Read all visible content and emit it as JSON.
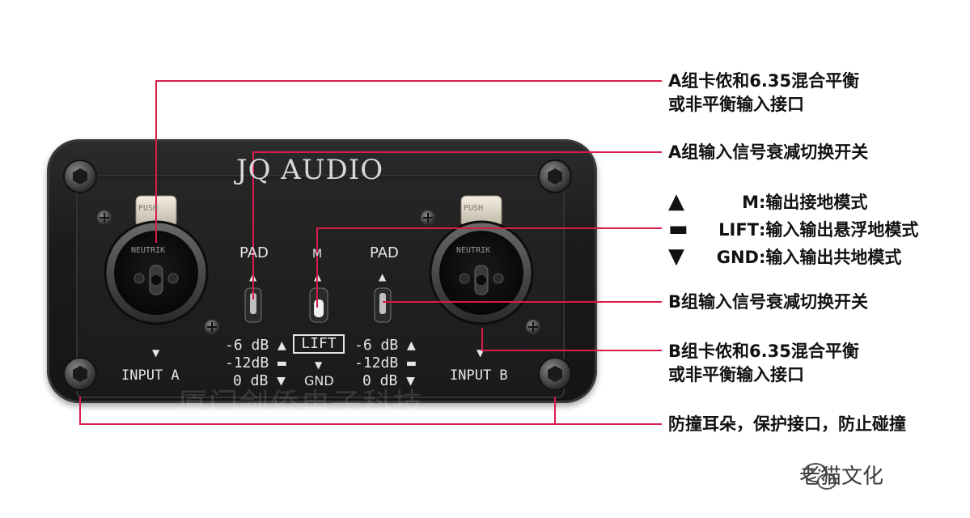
{
  "device": {
    "brand": "JQ AUDIO",
    "labels": {
      "pad_left": "PAD",
      "mode": "M",
      "pad_right": "PAD",
      "push": "PUSH",
      "neutrik": "NEUTRIK",
      "input_a": "INPUT A",
      "input_b": "INPUT B",
      "lift": "LIFT",
      "gnd": "GND"
    },
    "pad_left_levels": [
      "-6 dB ▲",
      "-12dB ▬",
      "0 dB ▼"
    ],
    "pad_right_levels": [
      "-6 dB ▲",
      "-12dB ▬",
      "0 dB ▼"
    ],
    "watermark": "厦门剑侨电子科技"
  },
  "annotations": {
    "input_a": [
      "A组卡侬和6.35混合平衡",
      "或非平衡输入接口"
    ],
    "pad_a": "A组输入信号衰减切换开关",
    "ground_modes": [
      {
        "symbol": "▲",
        "name": "M",
        "desc": ":输出接地模式"
      },
      {
        "symbol": "▬",
        "name": "LIFT",
        "desc": ":输入输出悬浮地模式"
      },
      {
        "symbol": "▼",
        "name": "GND",
        "desc": ":输入输出共地模式"
      }
    ],
    "pad_b": "B组输入信号衰减切换开关",
    "input_b": [
      "B组卡侬和6.35混合平衡",
      "或非平衡输入接口"
    ],
    "bumpers": "防撞耳朵，保护接口，防止碰撞"
  },
  "credit": {
    "icon": "wechat-icon",
    "text": "老猫文化"
  },
  "colors": {
    "leader_line": "#d81b4a",
    "panel": "#1c1c1d",
    "silkscreen": "#e6e6e6"
  }
}
